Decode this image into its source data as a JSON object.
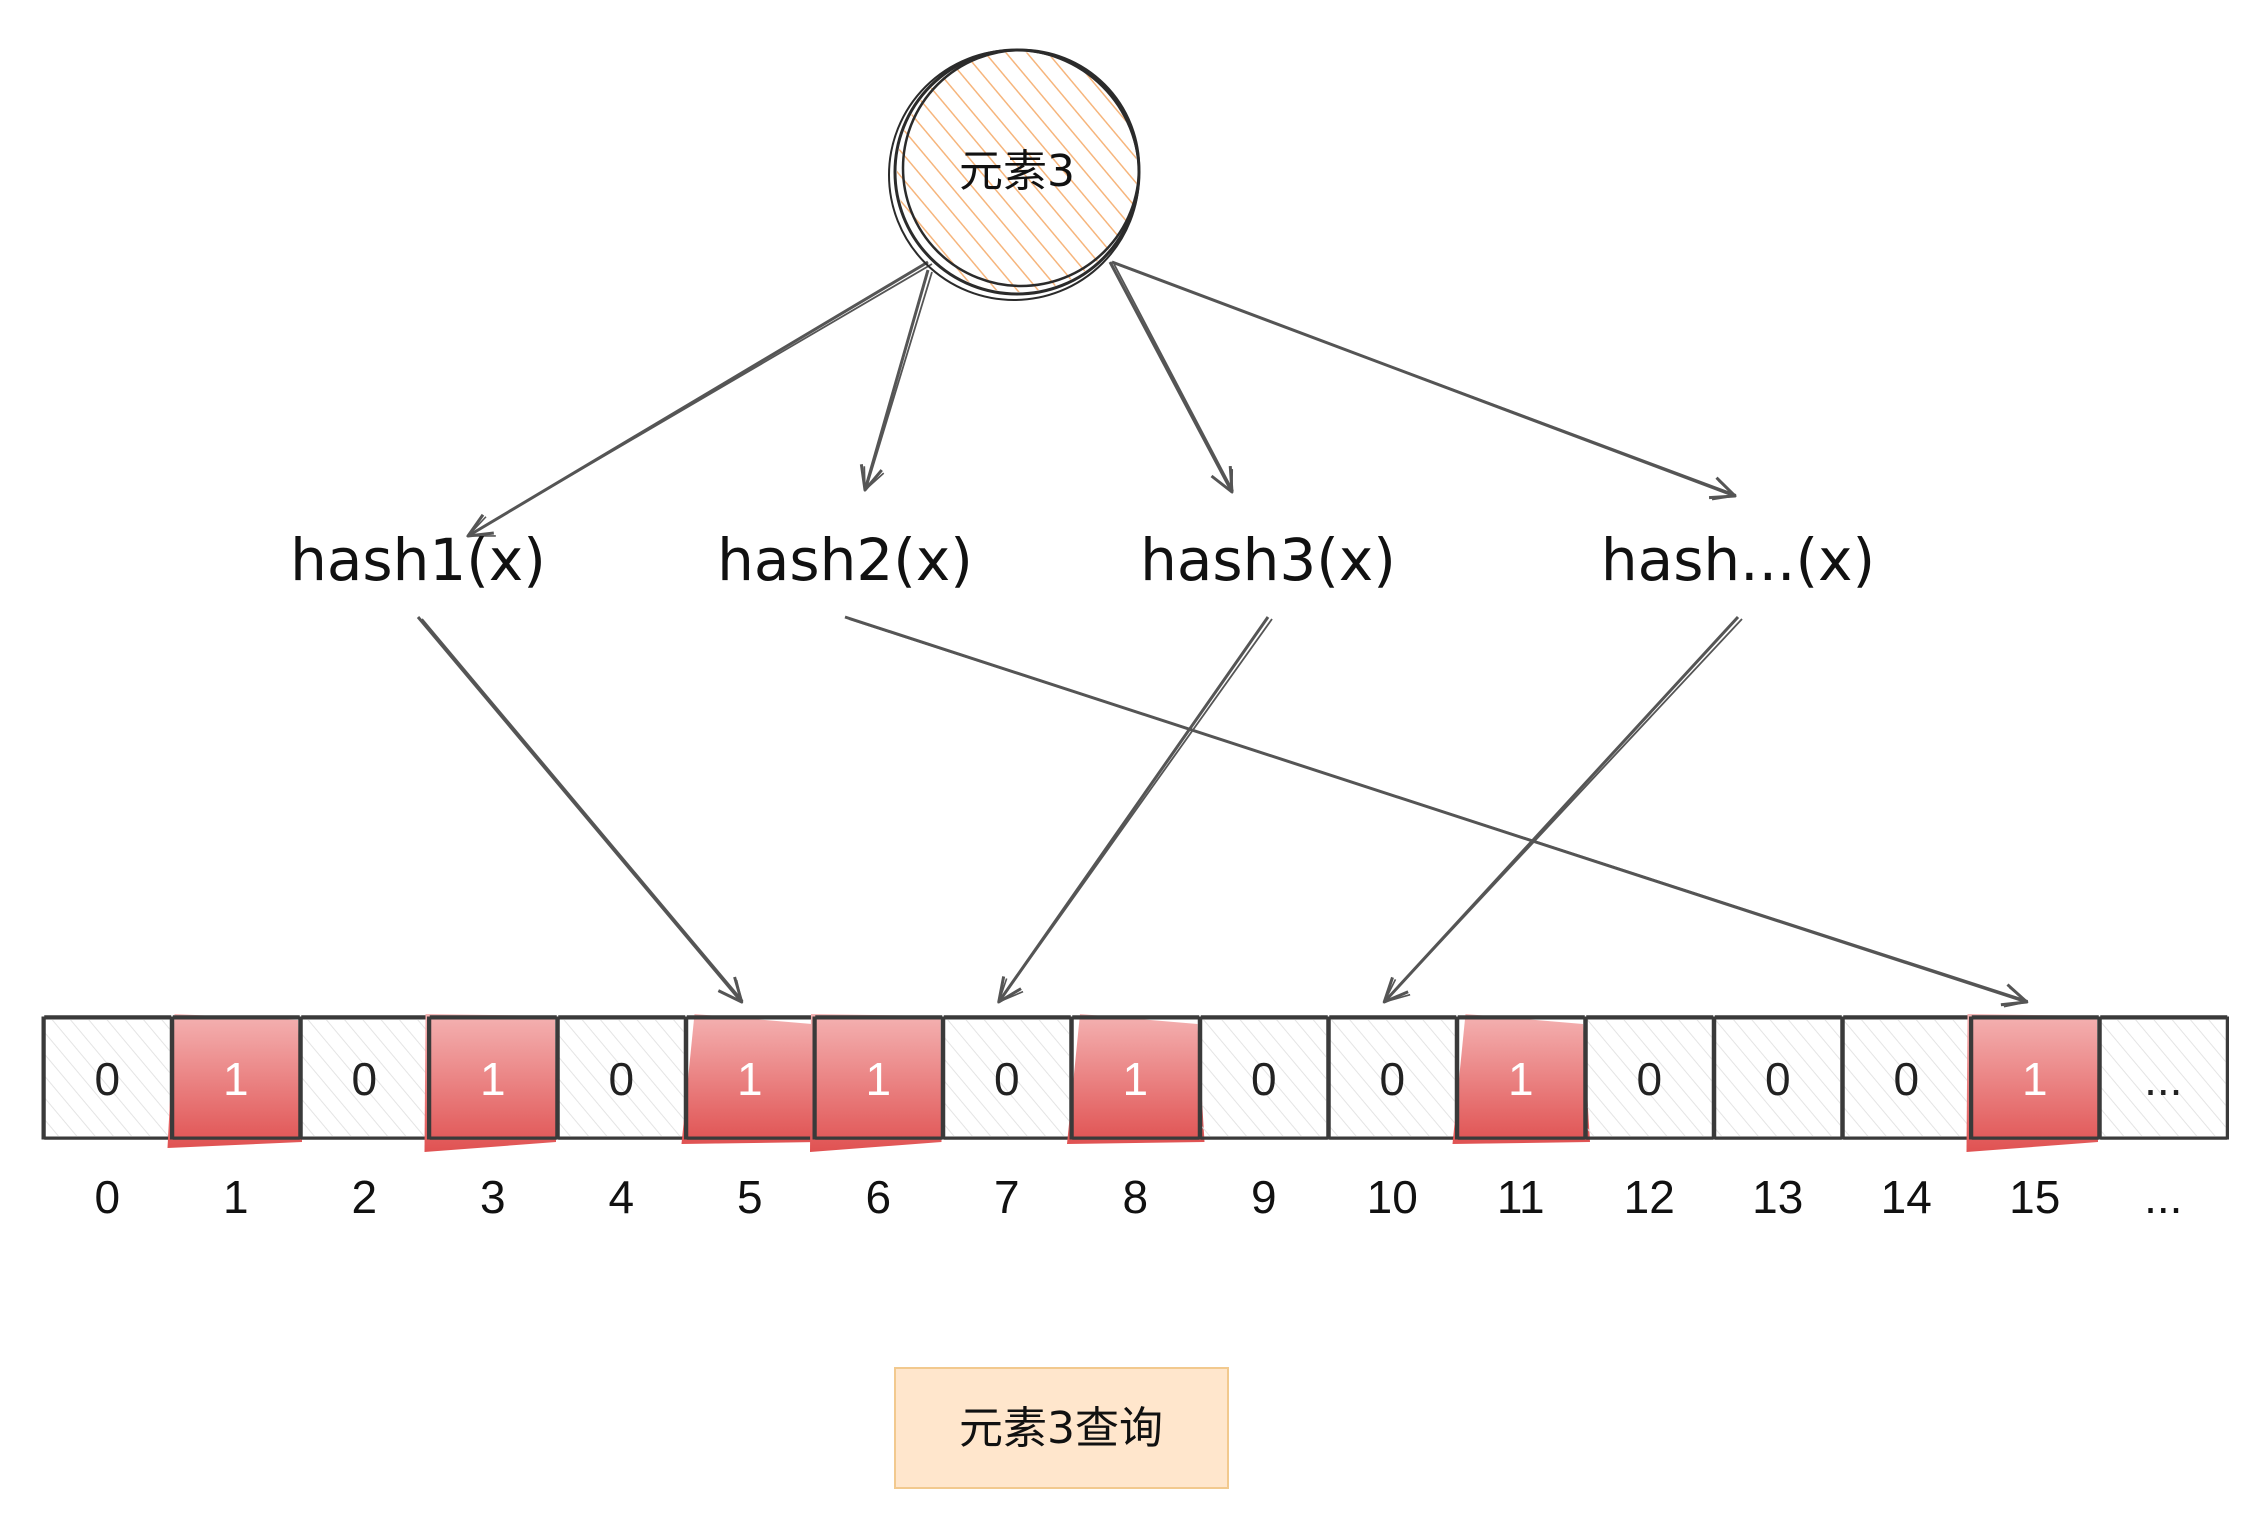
{
  "element": {
    "label": "元素3",
    "fill_color": "#f6b57c",
    "stroke_color": "#2b2b2b"
  },
  "hash_functions": [
    {
      "label": "hash1(x)",
      "target_index": 5
    },
    {
      "label": "hash2(x)",
      "target_index": 15
    },
    {
      "label": "hash3(x)",
      "target_index": 7
    },
    {
      "label": "hash...(x)",
      "target_index": 10
    }
  ],
  "bit_array": {
    "cells": [
      {
        "index": "0",
        "value": "0",
        "set": false
      },
      {
        "index": "1",
        "value": "1",
        "set": true
      },
      {
        "index": "2",
        "value": "0",
        "set": false
      },
      {
        "index": "3",
        "value": "1",
        "set": true
      },
      {
        "index": "4",
        "value": "0",
        "set": false
      },
      {
        "index": "5",
        "value": "1",
        "set": true
      },
      {
        "index": "6",
        "value": "1",
        "set": true
      },
      {
        "index": "7",
        "value": "0",
        "set": false
      },
      {
        "index": "8",
        "value": "1",
        "set": true
      },
      {
        "index": "9",
        "value": "0",
        "set": false
      },
      {
        "index": "10",
        "value": "0",
        "set": false
      },
      {
        "index": "11",
        "value": "1",
        "set": true
      },
      {
        "index": "12",
        "value": "0",
        "set": false
      },
      {
        "index": "13",
        "value": "0",
        "set": false
      },
      {
        "index": "14",
        "value": "0",
        "set": false
      },
      {
        "index": "15",
        "value": "1",
        "set": true
      },
      {
        "index": "...",
        "value": "...",
        "set": false
      }
    ],
    "set_color": "#e05a5a",
    "unset_color": "#ffffff",
    "border_color": "#3a3a3a"
  },
  "caption": {
    "text": "元素3查询",
    "fill_color": "#ffe6cc",
    "border_color": "#f2c98e"
  },
  "arrow_color": "#555555"
}
